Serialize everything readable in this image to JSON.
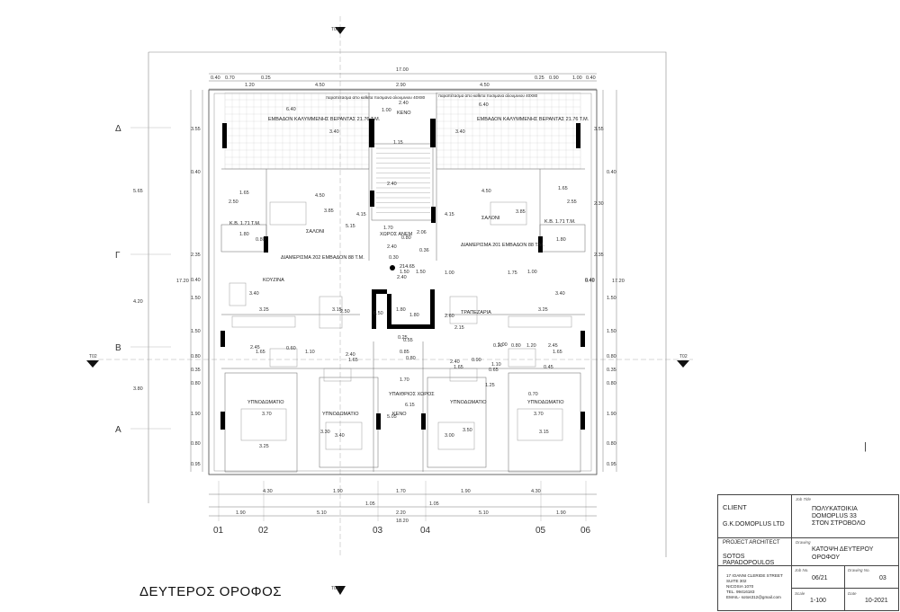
{
  "drawing": {
    "title": "ΔΕΥΤΕΡΟΣ ΟΡΟΦΟΣ",
    "overall_width": "17.00",
    "overall_width_bottom": "18.20",
    "overall_depth": "17.20",
    "section_marks": {
      "top": "T01",
      "bottom": "T01",
      "left": "T02",
      "right": "T02"
    },
    "grid_columns": [
      "01",
      "02",
      "03",
      "04",
      "05",
      "06"
    ],
    "grid_rows": [
      "Δ",
      "Γ",
      "Β",
      "Α"
    ],
    "north_mark": "|"
  },
  "top_dims": {
    "row1": [
      "0.40",
      "0.70",
      "0.25",
      "2.90",
      "0.25",
      "0.90",
      "1.00",
      "0.40"
    ],
    "row2": [
      "1.20",
      "4.50",
      "4.50"
    ]
  },
  "bottom_dims": {
    "row1": [
      "4.30",
      "1.90",
      "1.70",
      "1.90",
      "4.30"
    ],
    "row2": [
      "1.05",
      "1.05"
    ],
    "row3": [
      "1.90",
      "5.10",
      "2.20",
      "5.10",
      "1.90"
    ]
  },
  "left_dims": [
    "3.55",
    "0.40",
    "5.65",
    "2.35",
    "0.40",
    "4.20",
    "1.50",
    "1.50",
    "0.80",
    "0.35",
    "0.80",
    "3.80",
    "1.90",
    "0.80",
    "0.95"
  ],
  "right_dims": [
    "3.55",
    "0.40",
    "2.30",
    "2.35",
    "0.40",
    "1.50",
    "1.50",
    "0.80",
    "0.35",
    "0.80",
    "1.90",
    "0.80",
    "0.95"
  ],
  "rooms": {
    "veranda_left": "ΕΜΒΑΔΟΝ ΚΑΛΥΜΜΕΝΗΣ ΒΕΡΑΝΤΑΣ 21.76 Τ.Μ.",
    "veranda_right": "ΕΜΒΑΔΟΝ ΚΑΛΥΜΜΕΝΗΣ ΒΕΡΑΝΤΑΣ 21.76 Τ.Μ.",
    "note_left": "παραπέτασμα απο καθετα ποσιμανα αλουμινιου 40Χ80",
    "note_right": "παραπέτασμα απο καθετα ποσιμανα αλουμινιου 40Χ80",
    "void_top": "ΚΕΝΟ",
    "void_bottom": "ΚΕΝΟ",
    "living_left": "ΣΑΛΟΝΙ",
    "living_right": "ΣΑΛΟΝΙ",
    "apt_left": "ΔΙΑΜΕΡΙΣΜΑ 202 ΕΜΒΑΔΟΝ 88 Τ.Μ.",
    "apt_right": "ΔΙΑΜΕΡΙΣΜΑ 201 ΕΜΒΑΔΟΝ 88 Τ.Μ.",
    "kitchen": "ΚΟΥΖΙΝΑ",
    "dining": "ΤΡΑΠΕΖΑΡΙΑ",
    "common_area": "ΧΩΡΟΣ ΑΝΕΜ",
    "elevation": "214.65",
    "outdoor_space": "ΥΠΑΙΘΡΙΟΣ ΧΩΡΟΣ",
    "bedroom": "ΥΠΝΟΔΩΜΑΤΙΟ",
    "storage_left": "Κ.Β. 1.71 Τ.Μ.",
    "storage_right": "Κ.Β. 1.71 Τ.Μ."
  },
  "inner_dims": [
    "6.40",
    "2.40",
    "6.40",
    "1.00",
    "3.40",
    "1.15",
    "3.40",
    "2.40",
    "1.65",
    "4.50",
    "2.40",
    "4.50",
    "1.65",
    "2.50",
    "2.55",
    "3.85",
    "4.15",
    "4.15",
    "3.85",
    "5.15",
    "1.70",
    "0.80",
    "2.06",
    "1.80",
    "0.80",
    "0.36",
    "1.80",
    "0.30",
    "1.50",
    "1.50",
    "1.00",
    "2.40",
    "1.75",
    "1.00",
    "3.40",
    "3.40",
    "0.40",
    "3.25",
    "3.15",
    "2.50",
    "0.50",
    "1.80",
    "1.80",
    "2.60",
    "2.15",
    "3.25",
    "0.25",
    "0.55",
    "2.45",
    "1.65",
    "0.60",
    "1.10",
    "2.40",
    "1.65",
    "0.85",
    "0.80",
    "2.40",
    "1.65",
    "0.90",
    "1.10",
    "0.65",
    "0.20",
    "1.00",
    "0.80",
    "1.20",
    "2.45",
    "1.65",
    "0.45",
    "1.70",
    "1.25",
    "0.70",
    "6.15",
    "5.05",
    "3.70",
    "3.70",
    "3.30",
    "3.40",
    "3.00",
    "3.50",
    "3.15",
    "3.25"
  ],
  "title_block": {
    "client_label": "CLIENT",
    "client": "G.K.DOMOPLUS LTD",
    "job_title_label": "Job Title",
    "job_title": "ΠΟΛΥΚΑΤΟΙΚΙΑ DOMOPLUS 33 ΣΤΟΝ ΣΤΡΟΒΟΛΟ",
    "architect_label": "PROJECT ARCHITECT",
    "architect": "SOTOS PAPADOPOULOS",
    "drawing_label": "Drawing",
    "drawing": "ΚΑΤΟΨΗ ΔΕΥΤΕΡΟΥ ΟΡΟΦΟΥ",
    "address": [
      "17 IOANNI CLERIDE STREET",
      "SUITE 302",
      "NICOSIA 1070",
      "TEL. 99416183",
      "EMAIL- sotos312@gmail.com"
    ],
    "job_no_label": "Job No.",
    "job_no": "06/21",
    "drawing_no_label": "Drawing No.",
    "drawing_no": "03",
    "scale_label": "Scale",
    "scale": "1-100",
    "date_label": "Date",
    "date": "10-2021"
  }
}
